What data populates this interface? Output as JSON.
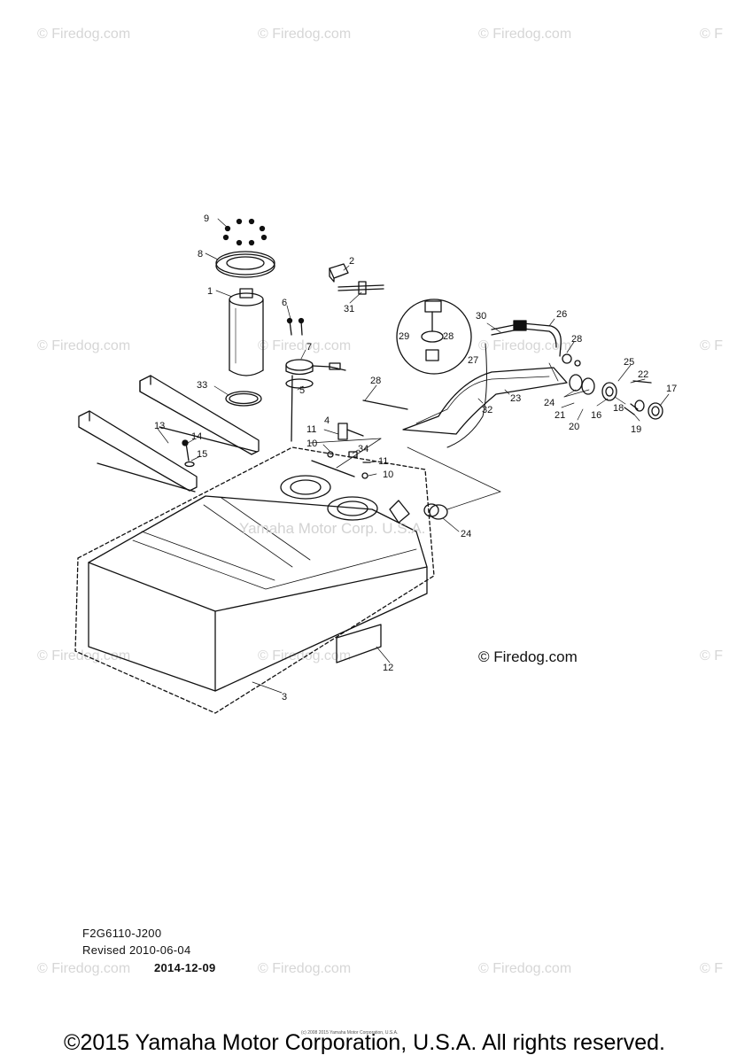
{
  "watermark_text": "© Firedog.com",
  "watermark_partial": "© F",
  "center_watermark": "Yamaha Motor Corp. U.S.A.",
  "firedog_mark": "© Firedog.com",
  "callouts": [
    "9",
    "8",
    "1",
    "2",
    "31",
    "6",
    "7",
    "33",
    "5",
    "28",
    "29",
    "28",
    "30",
    "26",
    "28",
    "27",
    "25",
    "22",
    "17",
    "24",
    "23",
    "32",
    "21",
    "16",
    "18",
    "20",
    "19",
    "13",
    "14",
    "15",
    "4",
    "11",
    "10",
    "34",
    "11",
    "10",
    "24",
    "12",
    "3"
  ],
  "diagram_code": "F2G6110-J200",
  "revised": "Revised 2010-06-04",
  "date2": "2014-12-09",
  "tiny_text": "(c) 2008 2015 Yamaha Motor Corporation, U.S.A.",
  "footer": "©2015 Yamaha Motor Corporation, U.S.A. All rights reserved."
}
